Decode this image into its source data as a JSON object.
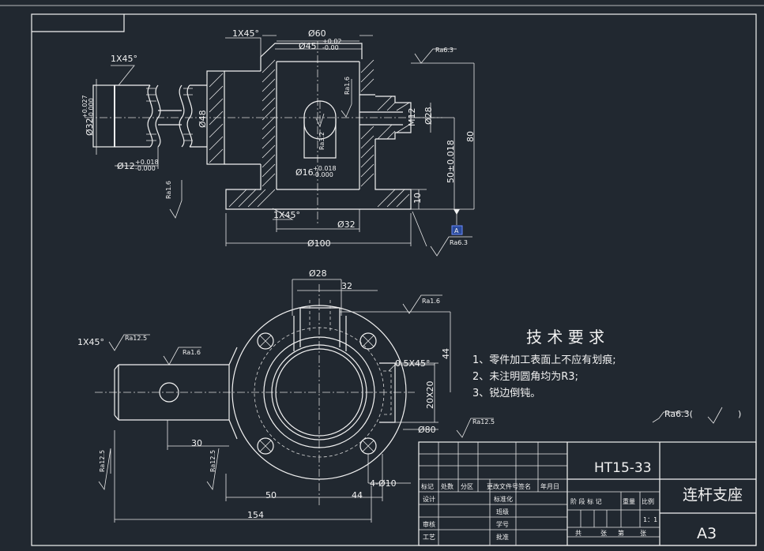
{
  "dims": {
    "chamfer_top": "1X45°",
    "chamfer_left": "1X45°",
    "chamfer_bottom": "1X45°",
    "chamfer_plan": "1X45°",
    "chamfer_plan2": "0.5X45°",
    "d60": "Ø60",
    "d45": "Ø45",
    "d45_tol_up": "+0.02",
    "d45_tol_lo": "-0.00",
    "d32_left": "Ø32",
    "d32_tol_up": "+0.027",
    "d32_tol_lo": "-0.000",
    "d48": "Ø48",
    "d12": "Ø12",
    "d12_tol_up": "+0.018",
    "d12_tol_lo": "-0.000",
    "d16": "Ø16",
    "d16_tol_up": "+0.018",
    "d16_tol_lo": "-0.000",
    "d32_bottom": "Ø32",
    "d100": "Ø100",
    "m12": "M12",
    "d28_right": "Ø28",
    "h50": "50±0.018",
    "h80": "80",
    "h10": "10",
    "datum_a": "A",
    "d28_plan": "Ø28",
    "w32_plan": "32",
    "h44_plan": "44",
    "s20x20": "20X20",
    "d80": "Ø80",
    "holes": "4-Ø10",
    "len30": "30",
    "len50": "50",
    "len44": "44",
    "len154": "154"
  },
  "roughness": {
    "ra63_top": "Ra6.3",
    "ra16_front": "Ra1.6",
    "ra32_slot": "Ra3.2",
    "ra16_left": "Ra1.6",
    "ra63_bottom": "Ra6.3",
    "ra16_plan_top": "Ra1.6",
    "ra125_plan_left": "Ra12.5",
    "ra16_plan_boss": "Ra1.6",
    "ra125_plan_right": "Ra12.5",
    "ra125_vert_a": "Ra12.5",
    "ra125_vert_b": "Ra12.5",
    "ra_general": "Ra6.3(",
    "ra_general_tail": ")"
  },
  "tech": {
    "title": "技 术 要 求",
    "line1": "1、零件加工表面上不应有划痕;",
    "line2": "2、未注明圆角均为R3;",
    "line3": "3、锐边倒钝。"
  },
  "titleblock": {
    "material": "HT15-33",
    "part_name": "连杆支座",
    "sheet": "A3",
    "row_labels": [
      "标记",
      "处数",
      "分区",
      "更改文件号",
      "签名",
      "年月日"
    ],
    "design": "设计",
    "standardize": "标准化",
    "class": "班级",
    "student_no": "学号",
    "review": "审核",
    "process": "工艺",
    "approve": "批准",
    "stage_mark": "阶 段 标 记",
    "weight": "重量",
    "scale_label": "比例",
    "scale_value": "1：1",
    "total": "共",
    "sheets": "张",
    "no": "第",
    "sheets2": "张"
  }
}
